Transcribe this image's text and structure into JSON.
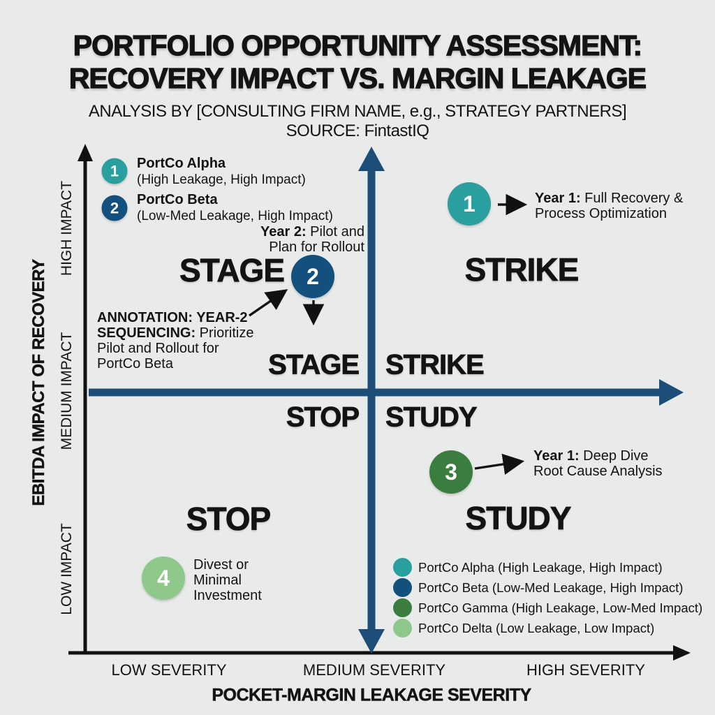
{
  "title": {
    "line1": "PORTFOLIO OPPORTUNITY ASSESSMENT:",
    "line2": "RECOVERY IMPACT VS. MARGIN LEAKAGE"
  },
  "subtitle": "ANALYSIS BY [CONSULTING FIRM NAME, e.g., STRATEGY PARTNERS]",
  "source": "SOURCE: FintastIQ",
  "axes": {
    "x": {
      "title": "POCKET-MARGIN LEAKAGE SEVERITY",
      "ticks": [
        "LOW SEVERITY",
        "MEDIUM SEVERITY",
        "HIGH SEVERITY"
      ]
    },
    "y": {
      "title": "EBITDA IMPACT OF RECOVERY",
      "ticks": [
        "HIGH IMPACT",
        "MEDIUM IMPACT",
        "LOW IMPACT"
      ]
    }
  },
  "quadrants": {
    "stage": "STAGE",
    "strike": "STRIKE",
    "stop": "STOP",
    "study": "STUDY"
  },
  "markers": [
    {
      "number": "1",
      "name": "PortCo Alpha",
      "desc": "(High Leakage, High Impact)",
      "color": "#2a9fa0"
    },
    {
      "number": "2",
      "name": "PortCo Beta",
      "desc": "(Low-Med Leakage, High Impact)",
      "color": "#14507e"
    },
    {
      "number": "3",
      "name": "PortCo Gamma",
      "desc": "(High Leakage, Low-Med Impact)",
      "color": "#3a7d3e"
    },
    {
      "number": "4",
      "name": "PortCo Delta",
      "desc": "(Low Leakage, Low Impact)",
      "color": "#8fc88b"
    }
  ],
  "annotations": {
    "strike": {
      "bold": "Year 1:",
      "rest": " Full Recovery &",
      "line2": "Process Optimization"
    },
    "stage_year2": {
      "bold": "Year 2:",
      "rest": " Pilot and",
      "line2": "Plan for Rollout"
    },
    "stage_note": {
      "line1": "ANNOTATION: YEAR-2",
      "line2_bold": "SEQUENCING:",
      "line2_rest": " Prioritize",
      "line3": "Pilot and Rollout for",
      "line4": "PortCo Beta"
    },
    "study": {
      "bold": "Year 1:",
      "rest": " Deep Dive",
      "line2": "Root Cause Analysis"
    },
    "stop": {
      "line1": "Divest or",
      "line2": "Minimal",
      "line3": "Investment"
    }
  },
  "legend": {
    "items": [
      {
        "label": "PortCo Alpha (High Leakage, High Impact)",
        "color": "#2a9fa0"
      },
      {
        "label": "PortCo Beta  (Low-Med Leakage, High Impact)",
        "color": "#14507e"
      },
      {
        "label": "PortCo Gamma (High Leakage, Low-Med Impact)",
        "color": "#3a7d3e"
      },
      {
        "label": "PortCo Delta (Low Leakage, Low Impact)",
        "color": "#8fc88b"
      }
    ]
  },
  "colors": {
    "axis_blue": "#1c4e78",
    "arrow_black": "#111111",
    "background": "#e9eaea",
    "teal": "#2a9fa0",
    "navy": "#14507e",
    "dark_green": "#3a7d3e",
    "light_green": "#8fc88b"
  },
  "chart_data": {
    "type": "scatter",
    "title": "Portfolio Opportunity Assessment: Recovery Impact vs. Margin Leakage",
    "xlabel": "POCKET-MARGIN LEAKAGE SEVERITY",
    "ylabel": "EBITDA IMPACT OF RECOVERY",
    "x_ticks": [
      "LOW SEVERITY",
      "MEDIUM SEVERITY",
      "HIGH SEVERITY"
    ],
    "y_ticks": [
      "LOW IMPACT",
      "MEDIUM IMPACT",
      "HIGH IMPACT"
    ],
    "quadrant_labels": {
      "top_left": "STAGE",
      "top_right": "STRIKE",
      "bottom_left": "STOP",
      "bottom_right": "STUDY"
    },
    "points": [
      {
        "id": 1,
        "name": "PortCo Alpha",
        "leakage": "High",
        "impact": "High",
        "quadrant": "STRIKE",
        "note": "Year 1: Full Recovery & Process Optimization"
      },
      {
        "id": 2,
        "name": "PortCo Beta",
        "leakage": "Low-Med",
        "impact": "High",
        "quadrant": "STAGE",
        "note": "Year 2: Pilot and Plan for Rollout"
      },
      {
        "id": 3,
        "name": "PortCo Gamma",
        "leakage": "High",
        "impact": "Low-Med",
        "quadrant": "STUDY",
        "note": "Year 1: Deep Dive Root Cause Analysis"
      },
      {
        "id": 4,
        "name": "PortCo Delta",
        "leakage": "Low",
        "impact": "Low",
        "quadrant": "STOP",
        "note": "Divest or Minimal Investment"
      }
    ],
    "annotation": "ANNOTATION: YEAR-2 SEQUENCING: Prioritize Pilot and Rollout for PortCo Beta"
  }
}
